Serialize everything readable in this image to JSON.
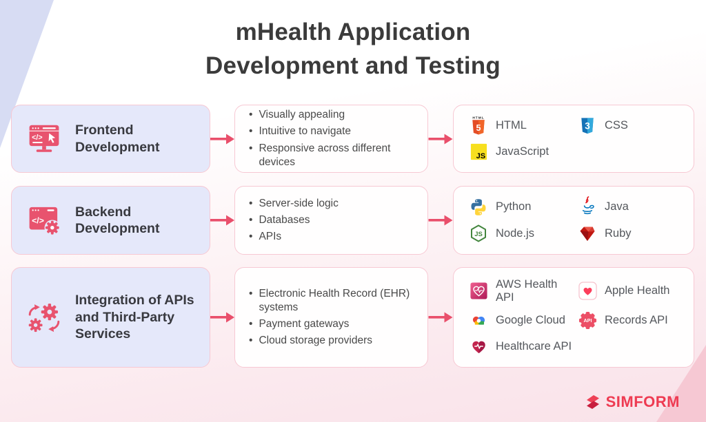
{
  "title": {
    "line1": "mHealth Application",
    "line2": "Development and Testing"
  },
  "rows": [
    {
      "stage": {
        "label": "Frontend Development",
        "icon": "monitor-code-icon"
      },
      "points": [
        "Visually appealing",
        "Intuitive to navigate",
        "Responsive across different devices"
      ],
      "techs": [
        {
          "name": "HTML",
          "icon": "html5-icon"
        },
        {
          "name": "CSS",
          "icon": "css3-icon"
        },
        {
          "name": "JavaScript",
          "icon": "javascript-icon"
        }
      ]
    },
    {
      "stage": {
        "label": "Backend Development",
        "icon": "window-code-gear-icon"
      },
      "points": [
        "Server-side logic",
        "Databases",
        "APIs"
      ],
      "techs": [
        {
          "name": "Python",
          "icon": "python-icon"
        },
        {
          "name": "Java",
          "icon": "java-icon"
        },
        {
          "name": "Node.js",
          "icon": "nodejs-icon"
        },
        {
          "name": "Ruby",
          "icon": "ruby-icon"
        }
      ]
    },
    {
      "stage": {
        "label": "Integration of APIs and Third-Party Services",
        "icon": "gears-sync-icon"
      },
      "points": [
        "Electronic Health Record (EHR) systems",
        "Payment gateways",
        "Cloud storage providers"
      ],
      "techs": [
        {
          "name": "AWS Health API",
          "icon": "aws-health-icon"
        },
        {
          "name": "Apple Health",
          "icon": "apple-health-icon"
        },
        {
          "name": "Google Cloud",
          "icon": "google-cloud-icon"
        },
        {
          "name": "Records API",
          "icon": "records-api-gear-icon"
        },
        {
          "name": "Healthcare API",
          "icon": "healthcare-heart-icon"
        }
      ]
    }
  ],
  "bullet": "•",
  "brand": {
    "name": "SIMFORM"
  },
  "colors": {
    "accent_arrow": "#e94f6b",
    "stage_fill": "#e5e8fa",
    "panel_border": "#f7c8d3",
    "stage_icon": "#e8536e",
    "title_text": "#3b3b3b",
    "brand_red": "#ee3b52"
  }
}
